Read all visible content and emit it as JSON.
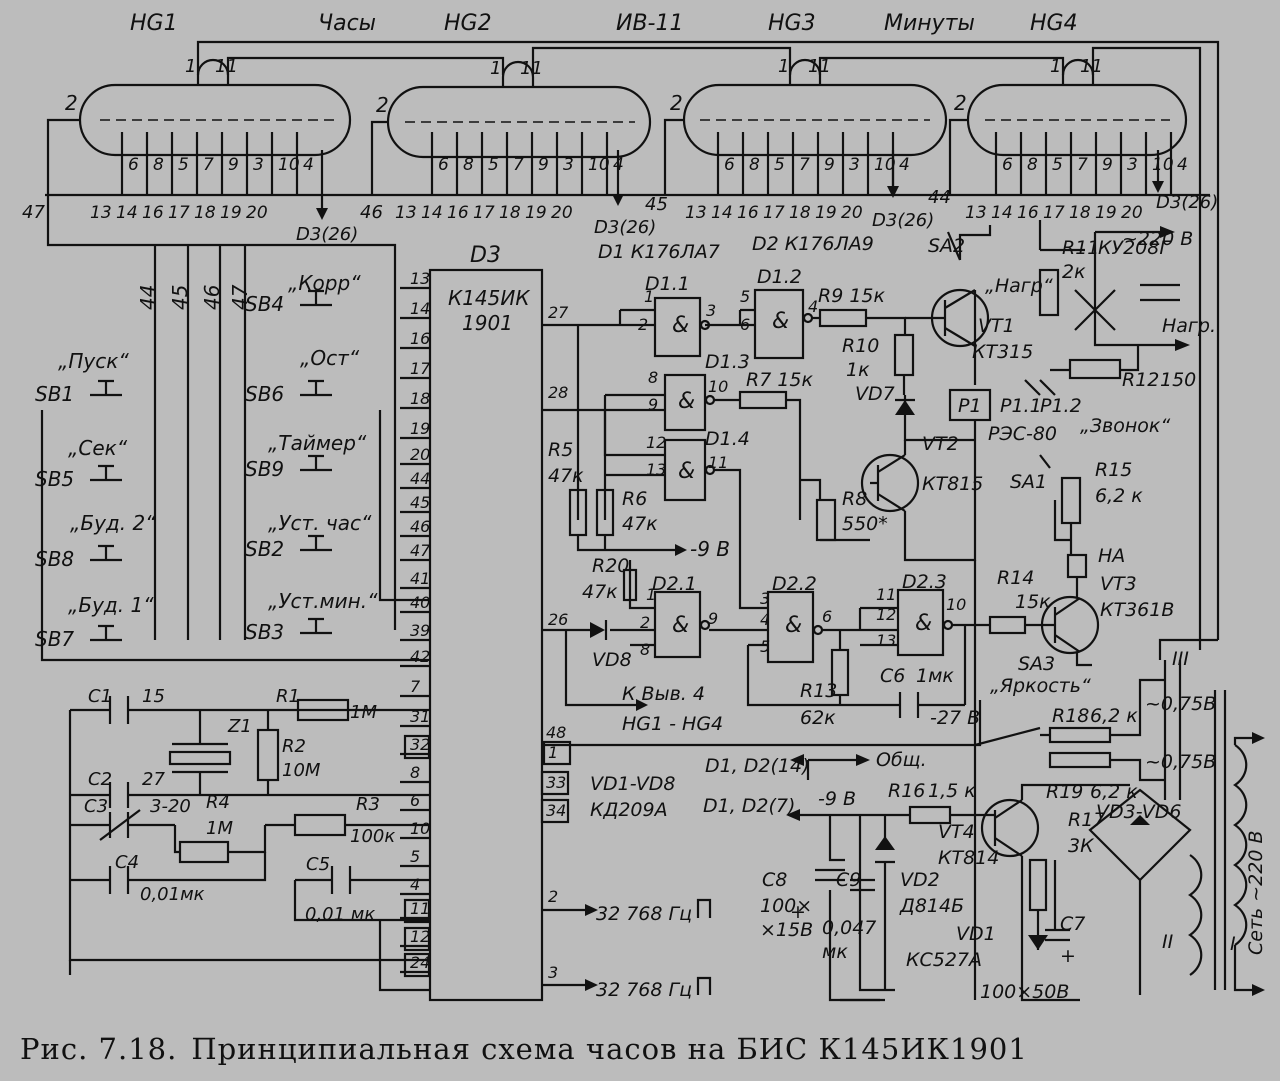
{
  "caption": {
    "figure": "Рис. 7.18.",
    "text": "Принципиальная схема часов на БИС К145ИК1901"
  },
  "indicators": {
    "hg1": "HG1",
    "hours": "Часы",
    "hg2": "HG2",
    "tube": "ИВ-11",
    "hg3": "HG3",
    "minutes": "Минуты",
    "hg4": "HG4",
    "pin1": "1",
    "pin11": "11",
    "pin2": "2",
    "pin4": "4",
    "pin10": "10",
    "seg": [
      "6",
      "8",
      "5",
      "7",
      "9",
      "3"
    ],
    "bus": [
      "13",
      "14",
      "16",
      "17",
      "18",
      "19",
      "20"
    ],
    "grid": [
      "47",
      "46",
      "45",
      "44"
    ],
    "d3_26": "D3(26)"
  },
  "d3": {
    "ref": "D3",
    "name1": "К145ИК",
    "name2": "1901",
    "left_pins": [
      "13",
      "14",
      "16",
      "17",
      "18",
      "19",
      "20",
      "44",
      "45",
      "46",
      "47",
      "41",
      "40",
      "39",
      "42",
      "7",
      "31",
      "32",
      "8",
      "6",
      "10",
      "5",
      "4",
      "11",
      "12",
      "24"
    ],
    "right_pins": [
      "27",
      "28",
      "26",
      "48",
      "1",
      "33",
      "34",
      "2",
      "3"
    ]
  },
  "buttons": {
    "sb4": "SB4",
    "korr": "„Корр“",
    "sb1": "SB1",
    "pusk": "„Пуск“",
    "sb6": "SB6",
    "ost": "„Ост“",
    "sb5": "SB5",
    "sek": "„Сек“",
    "sb9": "SB9",
    "timer": "„Таймер“",
    "sb8": "SB8",
    "bud2": "„Буд. 2“",
    "sb2": "SB2",
    "ust_chas": "„Уст. час“",
    "sb7": "SB7",
    "bud1": "„Буд. 1“",
    "sb3": "SB3",
    "ust_min": "„Уст.мин.“",
    "v44": "44",
    "v45": "45",
    "v46": "46",
    "v47": "47"
  },
  "logic": {
    "d1": "D1 К176ЛА7",
    "d2": "D2 К176ЛА9",
    "d1_1": "D1.1",
    "d1_2": "D1.2",
    "d1_3": "D1.3",
    "d1_4": "D1.4",
    "d2_1": "D2.1",
    "d2_2": "D2.2",
    "d2_3": "D2.3",
    "amp": "&",
    "p1": "1",
    "p2": "2",
    "p3": "3",
    "p4": "4",
    "p5": "5",
    "p6": "6",
    "p8": "8",
    "p9": "9",
    "p10": "10",
    "p11": "11",
    "p12": "12",
    "p13": "13",
    "minus9": "-9 В"
  },
  "components": {
    "r9": "R9 15к",
    "r10": "R10",
    "r10v": "1к",
    "vd7": "VD7",
    "r7": "R7 15к",
    "r5": "R5",
    "r5v": "47к",
    "r6": "R6",
    "r6v": "47к",
    "r8": "R8",
    "r8v": "550*",
    "r20": "R20",
    "r20v": "47к",
    "vd8": "VD8",
    "r13": "R13",
    "r13v": "62к",
    "c6": "C6",
    "c6v": "1мк",
    "m27": "-27 В",
    "r14": "R14",
    "r14v": "15к",
    "to_hg": "К Выв. 4",
    "to_hg2": "HG1 - HG4",
    "vt1": "VT1",
    "vt1m": "КТ315",
    "nagr_q": "„Нагр“",
    "vt2": "VT2",
    "vt2m": "КТ815",
    "p1": "P1",
    "p1_1": "P1.1",
    "p1_2": "P1.2",
    "res": "РЭС-80",
    "zvonok": "„Звонок“",
    "sa1": "SA1",
    "sa2": "SA2",
    "sa3": "SA3",
    "yarkost": "„Яркость“",
    "r11": "R11",
    "r11v": "2к",
    "ku": "КУ208Г",
    "v220": "~220 В",
    "nagr": "Нагр.",
    "r12": "R12",
    "r12v": "150",
    "r15": "R15",
    "r15v": "6,2 к",
    "ha": "НА",
    "vt3": "VT3",
    "vt3m": "КТ361В",
    "r18": "R18",
    "r18v": "6,2 к",
    "w3": "III",
    "v075a": "~0,75В",
    "v075b": "~0,75В",
    "d14": "D1, D2(14)",
    "obsh": "Общ.",
    "d7": "D1, D2(7)",
    "m9": "-9 В",
    "r16": "R16",
    "r16v": "1,5 к",
    "vt4": "VT4",
    "vt4m": "КТ814",
    "r19": "R19",
    "r19v": "6,2 к",
    "r17": "R17",
    "r17v": "3К",
    "vd3": "VD3-VD6",
    "seti": "Сеть ~220 В",
    "w1": "I",
    "w2": "II",
    "c8": "C8",
    "c8v": "100×",
    "c8v2": "×15В",
    "c9": "C9",
    "c9v": "0,047",
    "c9u": "мк",
    "vd2": "VD2",
    "vd2m": "Д814Б",
    "vd1": "VD1",
    "vd1m": "КС527А",
    "c7": "C7",
    "c7v": "100×50В",
    "plus": "+",
    "vdall": "VD1-VD8",
    "vdm": "КД209А",
    "f2": "32 768 Гц",
    "f3": "32 768 Гц",
    "c1": "C1",
    "c1v": "15",
    "z1": "Z1",
    "r1": "R1",
    "r1v": "1М",
    "r2": "R2",
    "r2v": "10М",
    "c2": "C2",
    "c2v": "27",
    "c3": "C3",
    "c3v": "3-20",
    "r4": "R4",
    "r4v": "1М",
    "r3": "R3",
    "r3v": "100к",
    "c4": "C4",
    "c4v": "0,01мк",
    "c5": "C5",
    "c5v": "0,01 мк"
  }
}
